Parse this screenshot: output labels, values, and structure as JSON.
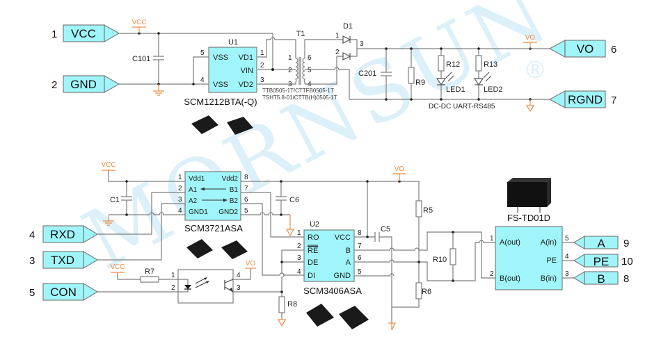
{
  "watermark": {
    "text": "MORNSUN",
    "registered": "®"
  },
  "colors": {
    "port_fill": "#9ff5f9",
    "power_flag": "#f08c45",
    "wire": "#7d7d7d",
    "watermark": "#dcf0f9"
  },
  "top": {
    "ports": {
      "vcc": {
        "pin": "1",
        "label": "VCC"
      },
      "gnd": {
        "pin": "2",
        "label": "GND"
      },
      "vo": {
        "pin": "6",
        "label": "VO"
      },
      "rgnd": {
        "pin": "7",
        "label": "RGND"
      }
    },
    "flags": {
      "vcc": "VCC",
      "vo": "VO"
    },
    "c101": "C101",
    "u1": {
      "ref": "U1",
      "part": "SCM1212BTA(-Q)",
      "pins": {
        "vss5": {
          "num": "5",
          "name": "VSS"
        },
        "vss4": {
          "num": "4",
          "name": "VSS"
        },
        "vd1": {
          "num": "1",
          "name": "VD1"
        },
        "vin": {
          "num": "2",
          "name": "VIN"
        },
        "vd2": {
          "num": "3",
          "name": "VD2"
        }
      }
    },
    "t1": {
      "ref": "T1",
      "primary_pins": [
        "1",
        "2",
        "3"
      ],
      "secondary_pins": [
        "6",
        "5",
        "4"
      ],
      "parts": [
        "TTB0505-1T/CTTFB0505-1T",
        "TSHT5.8-01/CTTB(H)0505-1T"
      ]
    },
    "d1": {
      "ref": "D1",
      "pins": [
        "1",
        "2",
        "3"
      ]
    },
    "c201": "C201",
    "r9": "R9",
    "r12": "R12",
    "r13": "R13",
    "led1": "LED1",
    "led2": "LED2",
    "caption": "DC-DC  UART-RS485"
  },
  "bottom": {
    "ports": {
      "rxd": {
        "pin": "4",
        "label": "RXD"
      },
      "txd": {
        "pin": "3",
        "label": "TXD"
      },
      "con": {
        "pin": "5",
        "label": "CON"
      },
      "a": {
        "pin": "9",
        "label": "A"
      },
      "pe": {
        "pin": "10",
        "label": "PE"
      },
      "b": {
        "pin": "8",
        "label": "B"
      }
    },
    "flags": {
      "vcc1": "VCC",
      "vo1": "VO",
      "vcc2": "VCC",
      "vo2": "VO"
    },
    "c1": "C1",
    "c6": "C6",
    "c5": "C5",
    "r5": "R5",
    "r6": "R6",
    "r7": "R7",
    "r8": "R8",
    "r10": "R10",
    "iso": {
      "part": "SCM3721ASA",
      "left": [
        {
          "num": "1",
          "name": "Vdd1"
        },
        {
          "num": "2",
          "name": "A1"
        },
        {
          "num": "3",
          "name": "A2"
        },
        {
          "num": "4",
          "name": "GND1"
        }
      ],
      "right": [
        {
          "num": "8",
          "name": "Vdd2"
        },
        {
          "num": "7",
          "name": "B1"
        },
        {
          "num": "6",
          "name": "B2"
        },
        {
          "num": "5",
          "name": "GND2"
        }
      ]
    },
    "u2": {
      "ref": "U2",
      "part": "SCM3406ASA",
      "left": [
        {
          "num": "1",
          "name": "RO"
        },
        {
          "num": "2",
          "name": "RE"
        },
        {
          "num": "3",
          "name": "DE"
        },
        {
          "num": "4",
          "name": "DI"
        }
      ],
      "right": [
        {
          "num": "8",
          "name": "VCC"
        },
        {
          "num": "7",
          "name": "B"
        },
        {
          "num": "6",
          "name": "A"
        },
        {
          "num": "5",
          "name": "GND"
        }
      ]
    },
    "opto": {
      "pins": [
        "1",
        "2",
        "4",
        "3"
      ]
    },
    "fs": {
      "part": "FS-TD01D",
      "left": [
        {
          "num": "1",
          "name": "A(out)"
        },
        {
          "num": "2",
          "name": "B(out)"
        }
      ],
      "right": [
        {
          "num": "5",
          "name": "A(in)"
        },
        {
          "num": "4",
          "name": "PE"
        },
        {
          "num": "3",
          "name": "B(in)"
        }
      ]
    }
  }
}
